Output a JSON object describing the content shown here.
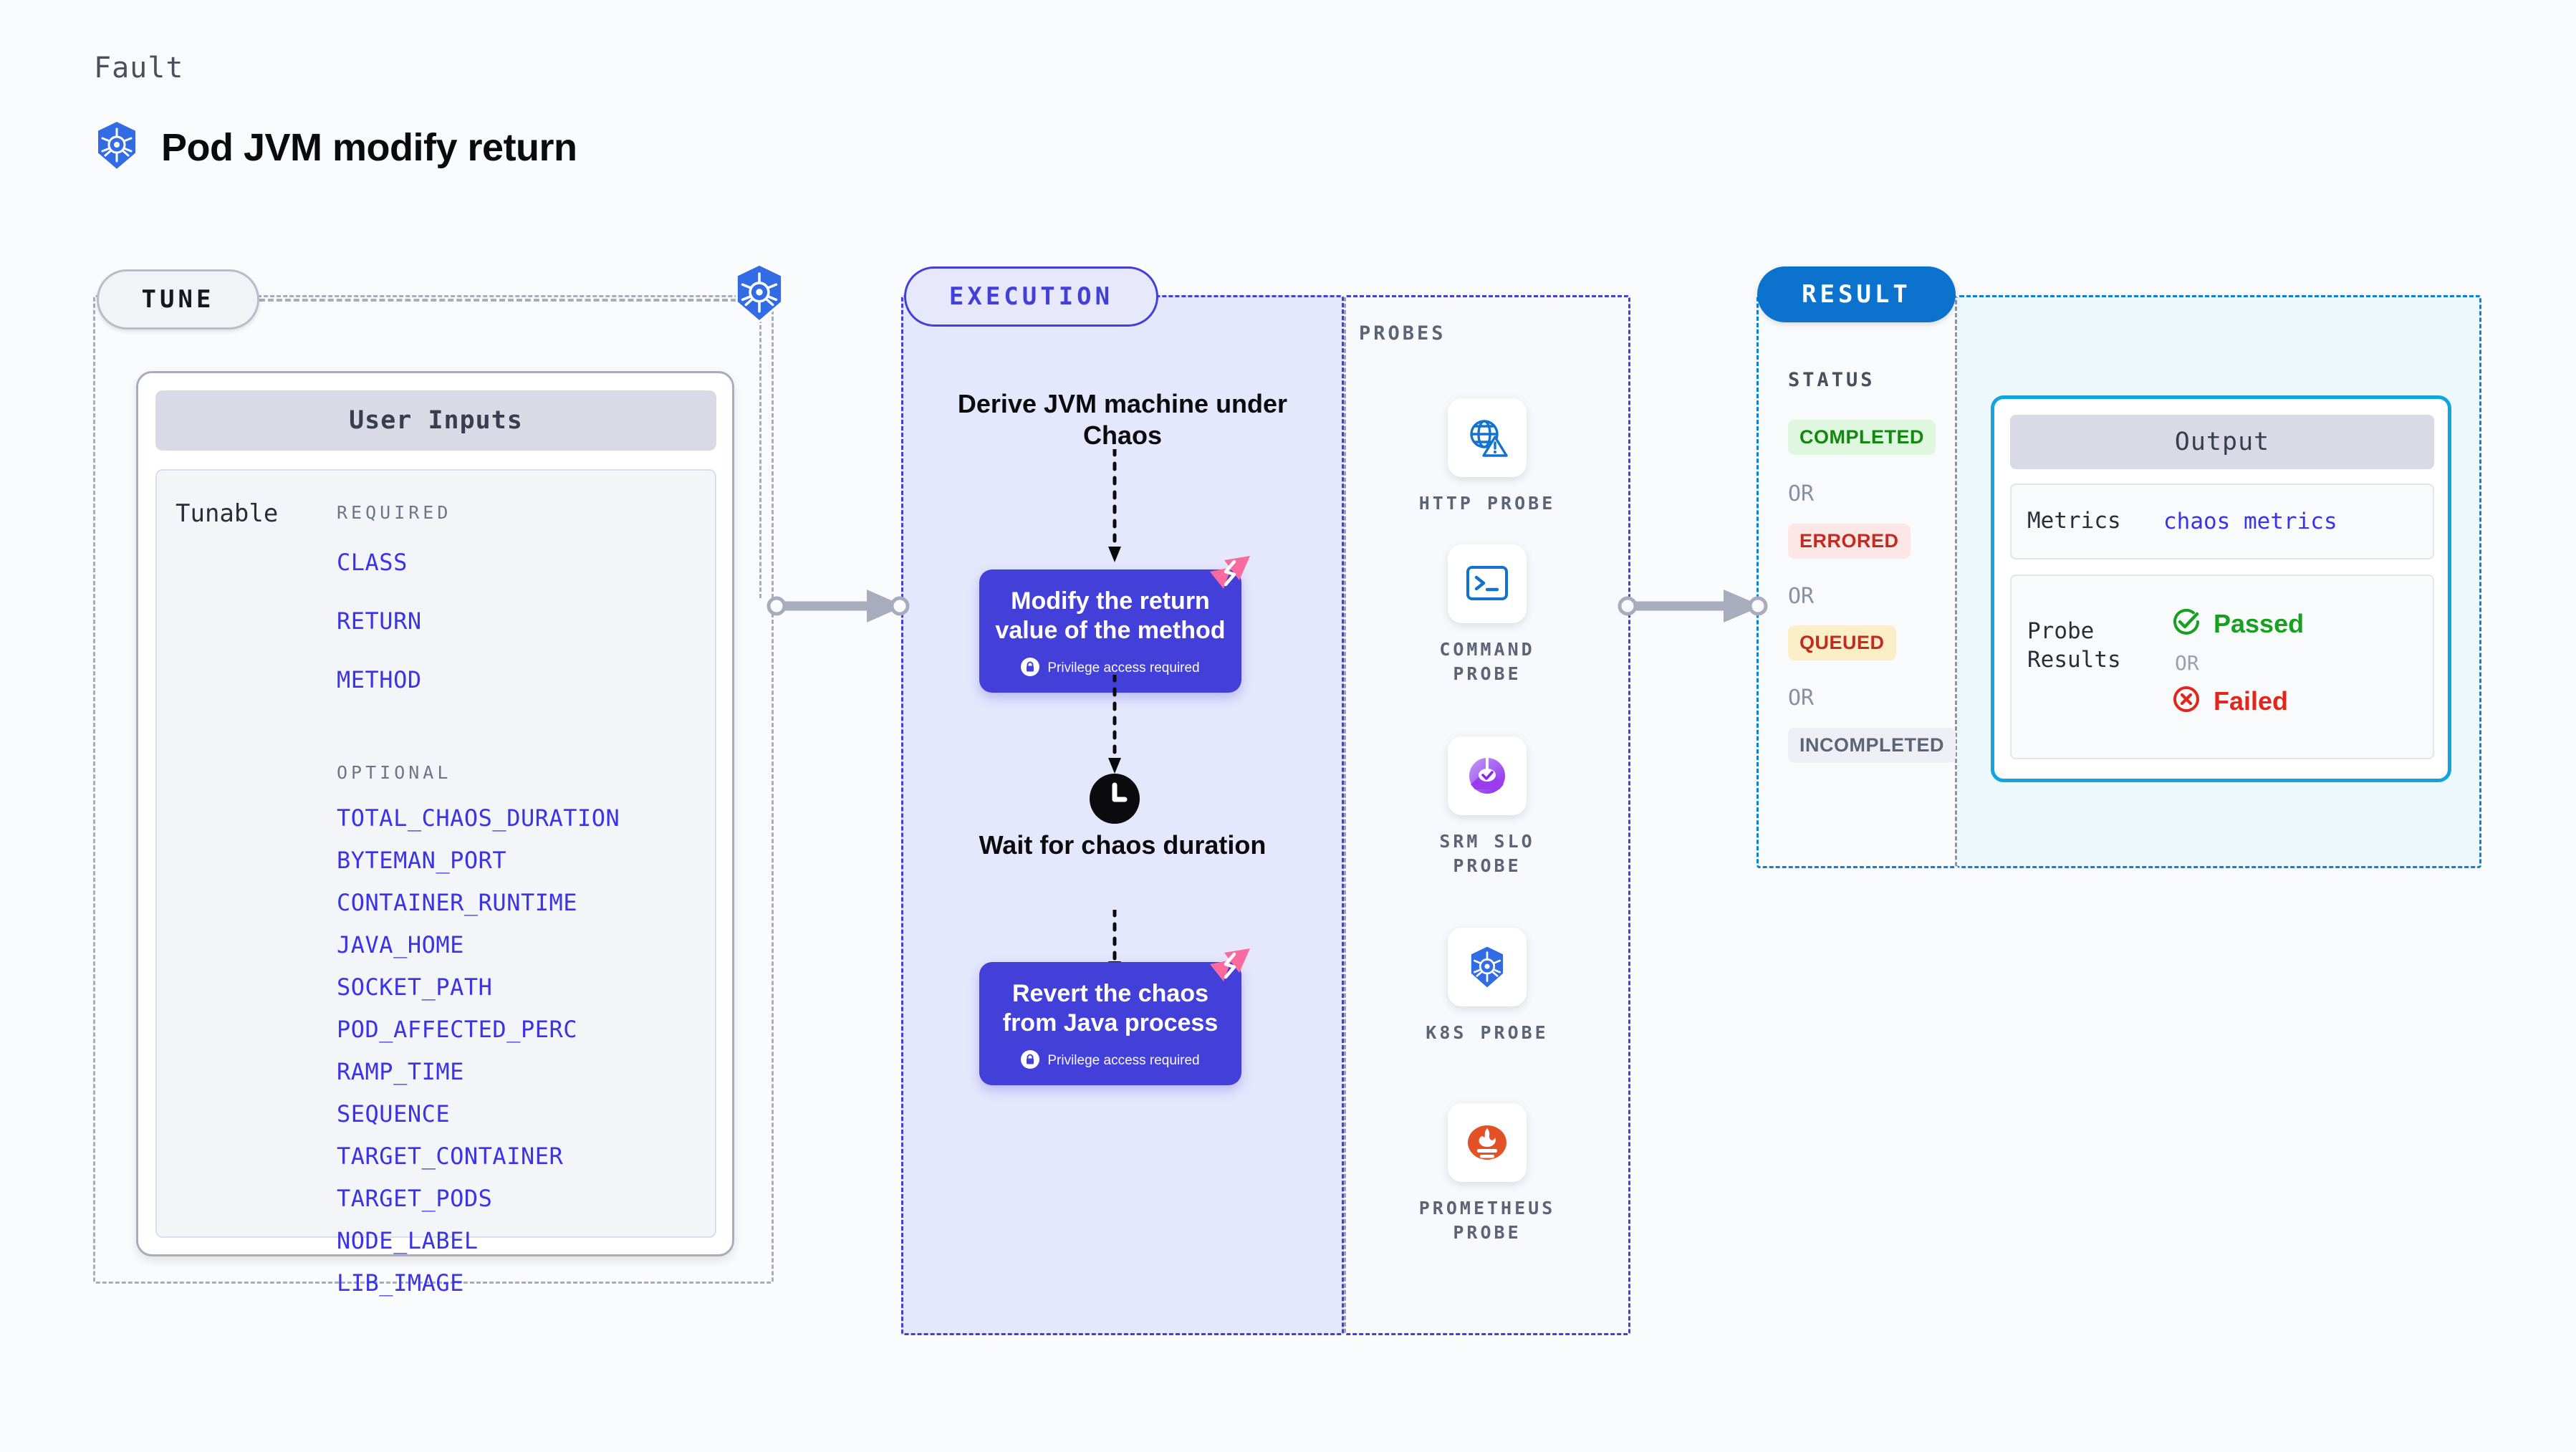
{
  "header": {
    "fault_label": "Fault",
    "title": "Pod JVM modify return",
    "icon": "kubernetes-icon"
  },
  "tune": {
    "pill_label": "TUNE",
    "card_header": "User Inputs",
    "tunable_label": "Tunable",
    "required_heading": "REQUIRED",
    "required": [
      "CLASS",
      "RETURN",
      "METHOD"
    ],
    "optional_heading": "OPTIONAL",
    "optional": [
      "TOTAL_CHAOS_DURATION",
      "BYTEMAN_PORT",
      "CONTAINER_RUNTIME",
      "JAVA_HOME",
      "SOCKET_PATH",
      "POD_AFFECTED_PERC",
      "RAMP_TIME",
      "SEQUENCE",
      "TARGET_CONTAINER",
      "TARGET_PODS",
      "NODE_LABEL",
      "LIB_IMAGE"
    ]
  },
  "execution": {
    "pill_label": "EXECUTION",
    "step_1_title": "Derive JVM machine under Chaos",
    "box_1_text": "Modify the return value of the method",
    "box_1_privilege": "Privilege access required",
    "step_2_title": "Wait for chaos duration",
    "box_2_text": "Revert the chaos from Java process",
    "box_2_privilege": "Privilege access required"
  },
  "probes": {
    "label": "PROBES",
    "items": [
      {
        "name": "HTTP PROBE",
        "icon": "globe-warning-icon"
      },
      {
        "name": "COMMAND PROBE",
        "icon": "terminal-icon"
      },
      {
        "name": "SRM SLO PROBE",
        "icon": "srm-slo-icon"
      },
      {
        "name": "K8S PROBE",
        "icon": "kubernetes-icon"
      },
      {
        "name": "PROMETHEUS PROBE",
        "icon": "prometheus-icon"
      }
    ]
  },
  "result": {
    "pill_label": "RESULT",
    "status_label": "STATUS",
    "or_label": "OR",
    "statuses": [
      {
        "label": "COMPLETED",
        "color": "#10890E",
        "bg": "#DFF6DF"
      },
      {
        "label": "ERRORED",
        "color": "#C22B20",
        "bg": "#FCE7E6"
      },
      {
        "label": "QUEUED",
        "color": "#C22B20",
        "bg": "#FCEFC7"
      },
      {
        "label": "INCOMPLETED",
        "color": "#5E6377",
        "bg": "#EEEFF4"
      }
    ]
  },
  "output": {
    "header": "Output",
    "metrics_key": "Metrics",
    "metrics_value": "chaos metrics",
    "probe_results_key": "Probe Results",
    "passed_label": "Passed",
    "or_label": "OR",
    "failed_label": "Failed"
  },
  "colors": {
    "accent_purple": "#4340D9",
    "accent_blue": "#0B72CE",
    "k8s_blue": "#326CE5",
    "pink": "#FB6A9E",
    "param_blue": "#3A33E8",
    "exec_bg": "#E5E7FC",
    "output_bg": "#EDF8FC"
  }
}
